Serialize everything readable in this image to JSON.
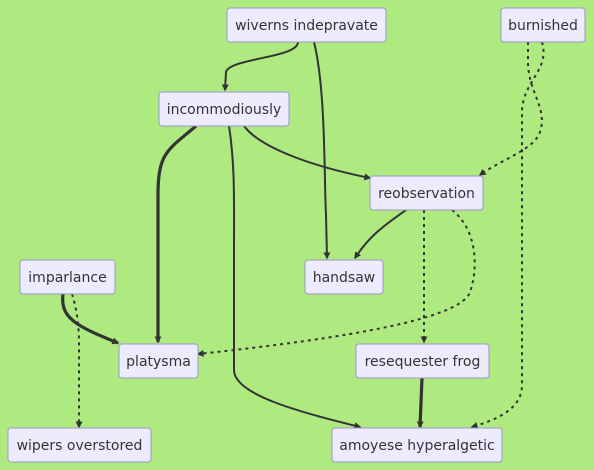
{
  "diagram": {
    "nodes": {
      "wiverns": "wiverns indepravate",
      "burnished": "burnished",
      "incommodiously": "incommodiously",
      "reobservation": "reobservation",
      "imparlance": "imparlance",
      "handsaw": "handsaw",
      "platysma": "platysma",
      "resequester": "resequester frog",
      "wipers": "wipers overstored",
      "amoyese": "amoyese hyperalgetic"
    },
    "edges": [
      {
        "from": "wiverns",
        "to": "incommodiously",
        "style": "normal"
      },
      {
        "from": "wiverns",
        "to": "handsaw",
        "style": "normal"
      },
      {
        "from": "burnished",
        "to": "reobservation",
        "style": "dotted"
      },
      {
        "from": "burnished",
        "to": "amoyese",
        "style": "dotted"
      },
      {
        "from": "incommodiously",
        "to": "reobservation",
        "style": "normal"
      },
      {
        "from": "incommodiously",
        "to": "platysma",
        "style": "thick"
      },
      {
        "from": "incommodiously",
        "to": "amoyese",
        "style": "normal"
      },
      {
        "from": "reobservation",
        "to": "handsaw",
        "style": "normal"
      },
      {
        "from": "reobservation",
        "to": "resequester",
        "style": "dotted"
      },
      {
        "from": "reobservation",
        "to": "platysma",
        "style": "dotted"
      },
      {
        "from": "imparlance",
        "to": "platysma",
        "style": "thick"
      },
      {
        "from": "imparlance",
        "to": "wipers",
        "style": "dotted"
      },
      {
        "from": "resequester",
        "to": "amoyese",
        "style": "thick"
      }
    ]
  }
}
